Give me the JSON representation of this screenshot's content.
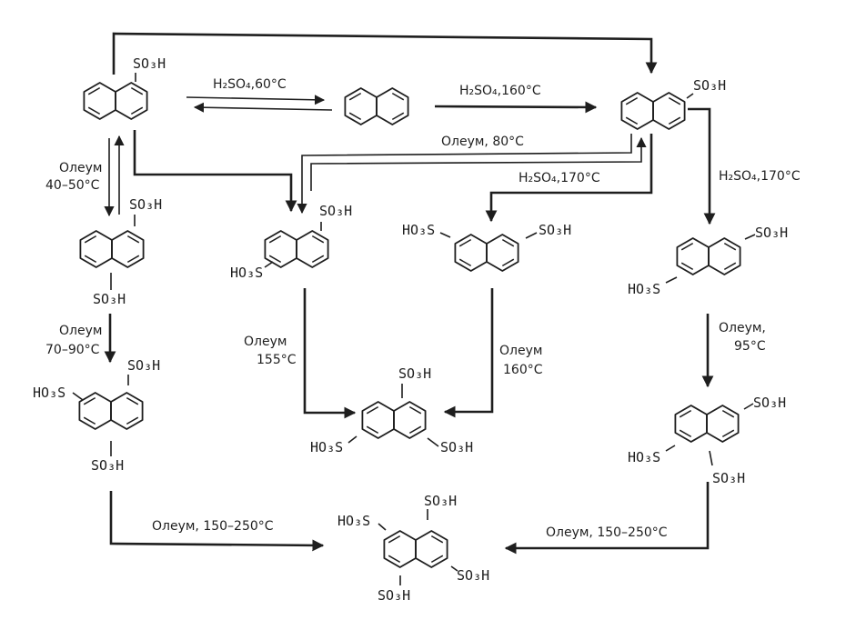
{
  "conditions": {
    "c_h2so4_60": "H₂SO₄,60°C",
    "c_h2so4_160": "H₂SO₄,160°C",
    "c_oleum_80": "Олеум, 80°C",
    "c_h2so4_170_mid": "H₂SO₄,170°C",
    "c_h2so4_170_right": "H₂SO₄,170°C",
    "c_oleum_label_1": "Олеум",
    "c_oleum_40_50": "40–50°C",
    "c_oleum_label_2": "Олеум",
    "c_oleum_70_90": "70–90°C",
    "c_oleum_label_3": "Олеум",
    "c_oleum_155": "155°C",
    "c_oleum_label_4": "Олеум",
    "c_oleum_160": "160°C",
    "c_oleum_label_5": "Олеум,",
    "c_oleum_95": "95°C",
    "c_oleum_150_250_left": "Олеум, 150–250°C",
    "c_oleum_150_250_right": "Олеум, 150–250°C"
  },
  "groups": {
    "so3h": "SO₃H",
    "ho3s": "HO₃S"
  }
}
